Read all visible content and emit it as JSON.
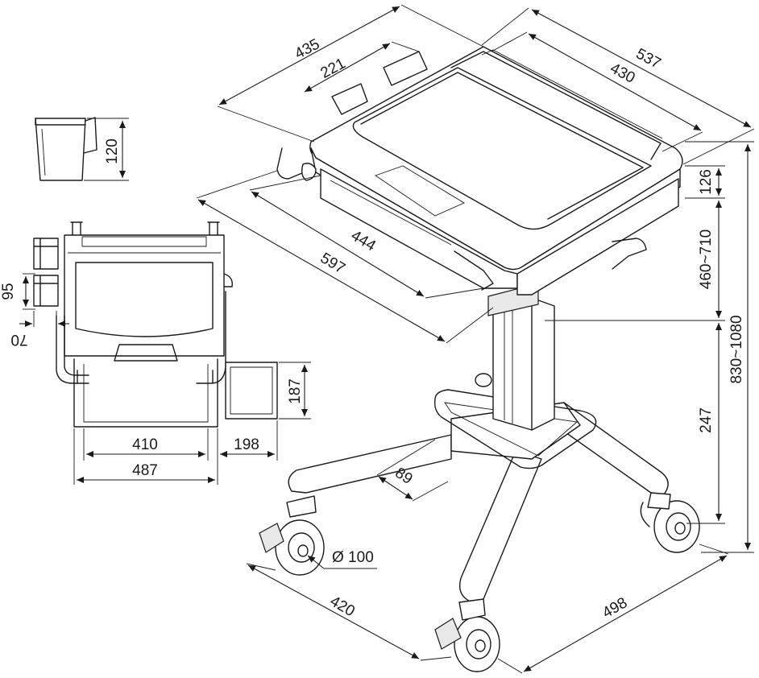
{
  "diagram": {
    "dimensions": {
      "cup_height": "120",
      "top_depth": "435",
      "handle_depth": "221",
      "top_width": "537",
      "tray_width": "430",
      "top_height": "126",
      "height_range_top": "460~710",
      "overall_height": "830~1080",
      "column_height": "247",
      "tray_depth": "444",
      "total_depth": "597",
      "holder_spacing": "95",
      "holder_offset": "70",
      "side_tray": "187",
      "front_width_inner": "410",
      "front_width_outer": "487",
      "side_tray_width": "198",
      "base_offset": "89",
      "wheel_diameter": "Ø 100",
      "base_depth": "420",
      "base_width": "498"
    }
  }
}
